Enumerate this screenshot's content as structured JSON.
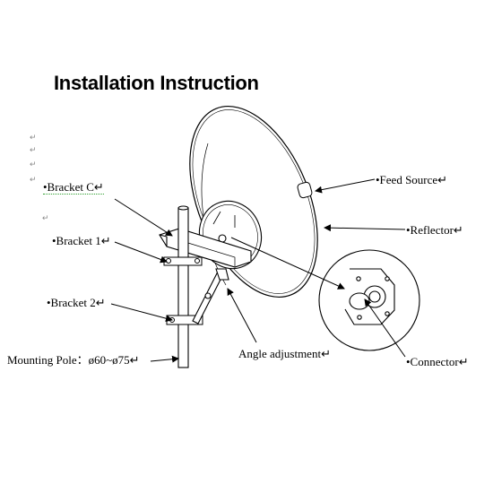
{
  "title": "Installation Instruction",
  "labels": {
    "bracket_c": "•Bracket   C↵",
    "bracket_1": "•Bracket 1↵",
    "bracket_2": "•Bracket 2↵",
    "mounting_pole": "Mounting Pole：ø60~ø75↵",
    "angle_adjustment": "Angle adjustment↵",
    "feed_source": "•Feed Source↵",
    "reflector": "•Reflector↵",
    "connector": "•Connector↵"
  },
  "paragraph_marks": [
    "↵",
    "↵",
    "↵",
    "↵",
    "↵"
  ]
}
